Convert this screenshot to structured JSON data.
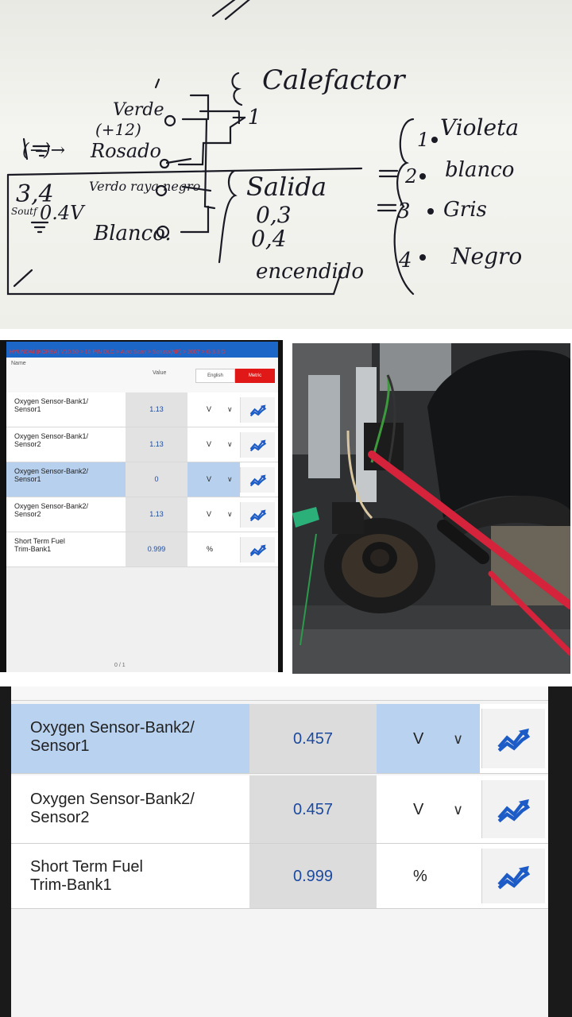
{
  "note": {
    "calefactor": "Calefactor",
    "verde_12": "Verde\n(+12)",
    "rosado": "Rosado",
    "minus_symbol": "(−)→",
    "three_four": "3,4",
    "soutf": "Soutf",
    "v_o": "0.4V",
    "verde_raya_negro": "Verdo\nraya negro",
    "blanco_left": "Blanco.",
    "salida": "Salida",
    "s03": "0,3",
    "s04": "0,4",
    "encendido": "encendido",
    "pin_1": "1",
    "pin_2": "2",
    "pin_3": "3",
    "pin_4": "4",
    "violeta": "Violeta",
    "blanco_right": "blanco",
    "gris": "Gris",
    "negro": "Negro",
    "plus_1": "+1"
  },
  "scanner_small": {
    "breadcrumb": "HYUNDAI (KOREA) V10.50 > 16 PIN DLC > Auto Scan > Sonata(NF) > 2007 > G 3.3 D",
    "col_name": "Name",
    "col_value": "Value",
    "btn_english": "English",
    "btn_metric": "Metric",
    "pager": "0 / 1",
    "rows": [
      {
        "name": "Oxygen Sensor-Bank1/\nSensor1",
        "value": "1.13",
        "unit": "V",
        "selected": false
      },
      {
        "name": "Oxygen Sensor-Bank1/\nSensor2",
        "value": "1.13",
        "unit": "V",
        "selected": false
      },
      {
        "name": "Oxygen Sensor-Bank2/\nSensor1",
        "value": "0",
        "unit": "V",
        "selected": true
      },
      {
        "name": "Oxygen Sensor-Bank2/\nSensor2",
        "value": "1.13",
        "unit": "V",
        "selected": false
      },
      {
        "name": "Short Term Fuel\nTrim-Bank1",
        "value": "0.999",
        "unit": "%",
        "selected": false
      }
    ]
  },
  "scanner_zoom": {
    "rows": [
      {
        "name": "Oxygen Sensor-Bank2/\nSensor1",
        "value": "0.457",
        "unit": "V",
        "selected": true
      },
      {
        "name": "Oxygen Sensor-Bank2/\nSensor2",
        "value": "0.457",
        "unit": "V",
        "selected": false
      },
      {
        "name": "Short Term Fuel\nTrim-Bank1",
        "value": "0.999",
        "unit": "%",
        "selected": false
      }
    ]
  },
  "colors": {
    "accent_blue": "#1c66c8",
    "metric_red": "#e01818",
    "selected_row": "#b6d0ee",
    "value_text": "#1c4aa0"
  }
}
